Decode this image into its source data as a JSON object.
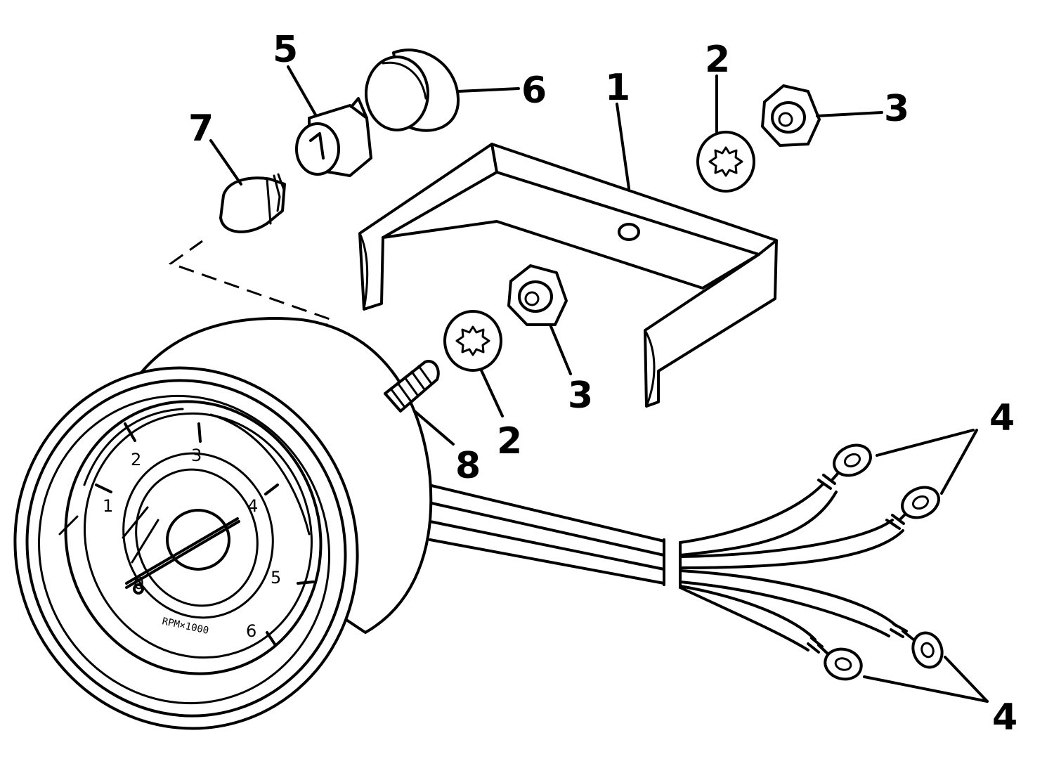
{
  "callouts": {
    "c1": "1",
    "c2a": "2",
    "c2b": "2",
    "c3a": "3",
    "c3b": "3",
    "c4a": "4",
    "c4b": "4",
    "c5": "5",
    "c6": "6",
    "c7": "7",
    "c8": "8"
  },
  "dial": {
    "n0": "0",
    "n1": "1",
    "n2": "2",
    "n3": "3",
    "n4": "4",
    "n5": "5",
    "n6": "6",
    "units": "RPM×1000"
  }
}
